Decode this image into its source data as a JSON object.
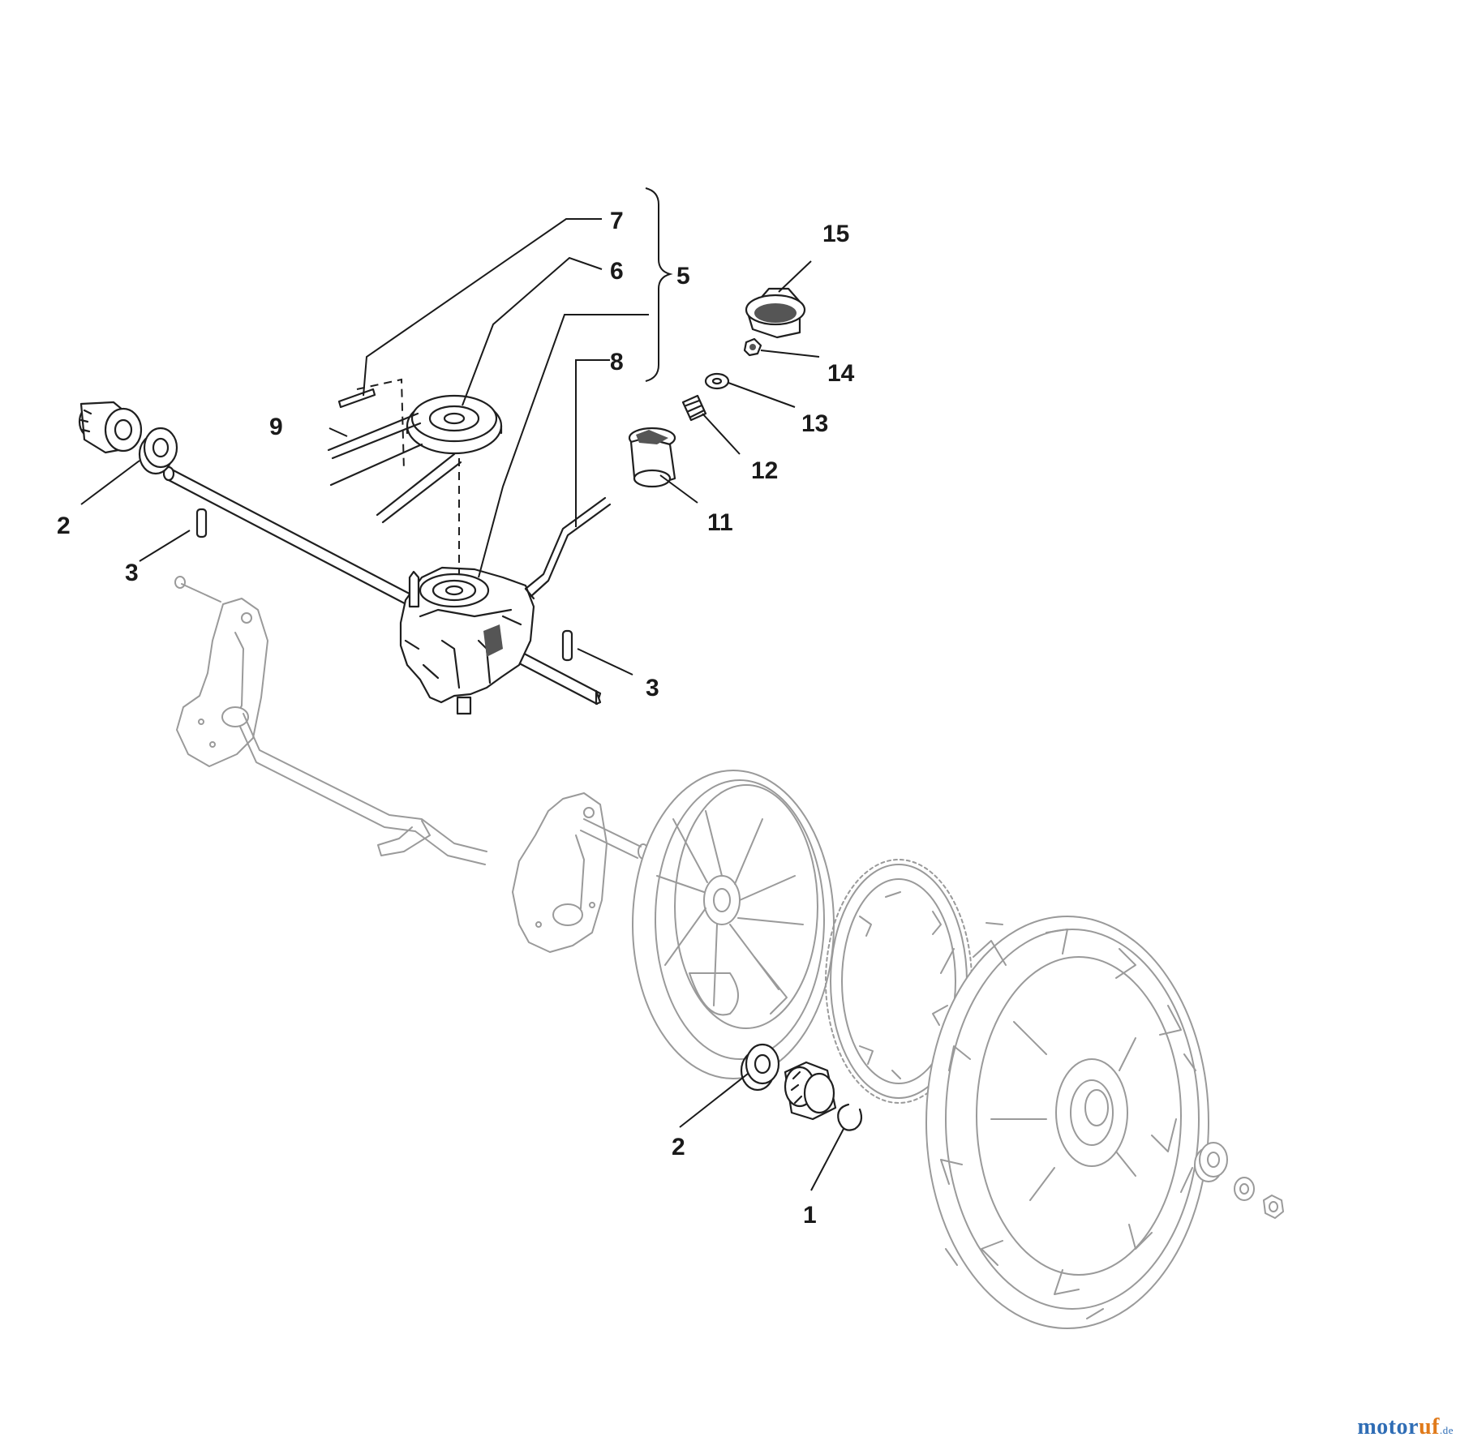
{
  "diagram": {
    "callouts": [
      {
        "id": "7",
        "label": "7"
      },
      {
        "id": "6",
        "label": "6"
      },
      {
        "id": "5",
        "label": "5"
      },
      {
        "id": "15",
        "label": "15"
      },
      {
        "id": "8",
        "label": "8"
      },
      {
        "id": "14",
        "label": "14"
      },
      {
        "id": "9",
        "label": "9"
      },
      {
        "id": "13",
        "label": "13"
      },
      {
        "id": "12",
        "label": "12"
      },
      {
        "id": "2a",
        "label": "2"
      },
      {
        "id": "11",
        "label": "11"
      },
      {
        "id": "3a",
        "label": "3"
      },
      {
        "id": "3b",
        "label": "3"
      },
      {
        "id": "2b",
        "label": "2"
      },
      {
        "id": "1",
        "label": "1"
      }
    ]
  },
  "watermark": {
    "main": "motor",
    "accent": "uf",
    "suffix": ".de"
  }
}
